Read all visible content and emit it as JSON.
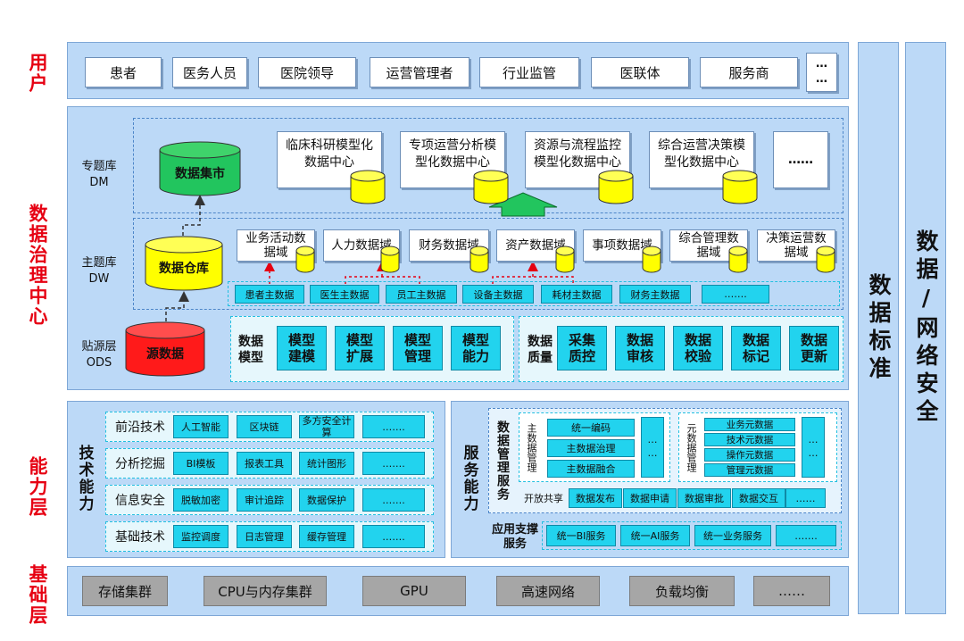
{
  "layers": {
    "user": "用户",
    "governance": "数据治理中心",
    "capability": "能力层",
    "base": "基础层"
  },
  "users": [
    "患者",
    "医务人员",
    "医院领导",
    "运营管理者",
    "行业监管",
    "医联体",
    "服务商"
  ],
  "users_more": "……",
  "tiers": {
    "dm": "专题库\nDM",
    "dw": "主题库\nDW",
    "ods": "贴源层\nODS"
  },
  "cylinders": {
    "mart": "数据集市",
    "warehouse": "数据仓库",
    "source": "源数据"
  },
  "dm_boxes": [
    "临床科研模型化数据中心",
    "专项运营分析模型化数据中心",
    "资源与流程监控模型化数据中心",
    "综合运营决策模型化数据中心"
  ],
  "dm_more": "……",
  "dw_domains": [
    "业务活动数据域",
    "人力数据域",
    "财务数据域",
    "资产数据域",
    "事项数据域",
    "综合管理数据域",
    "决策运营数据域"
  ],
  "dw_masters": [
    "患者主数据",
    "医生主数据",
    "员工主数据",
    "设备主数据",
    "耗材主数据",
    "财务主数据",
    "……."
  ],
  "data_model": {
    "label": "数据模型",
    "items": [
      "模型建模",
      "模型扩展",
      "模型管理",
      "模型能力"
    ]
  },
  "data_quality": {
    "label": "数据质量",
    "items": [
      "采集质控",
      "数据审核",
      "数据校验",
      "数据标记",
      "数据更新"
    ]
  },
  "tech": {
    "label": "技术能力",
    "rows": [
      {
        "name": "前沿技术",
        "items": [
          "人工智能",
          "区块链",
          "多方安全计算",
          "……."
        ]
      },
      {
        "name": "分析挖掘",
        "items": [
          "BI模板",
          "报表工具",
          "统计图形",
          "……."
        ]
      },
      {
        "name": "信息安全",
        "items": [
          "脱敏加密",
          "审计追踪",
          "数据保护",
          "……."
        ]
      },
      {
        "name": "基础技术",
        "items": [
          "监控调度",
          "日志管理",
          "缓存管理",
          "……."
        ]
      }
    ]
  },
  "service": {
    "label": "服务能力",
    "dm_service": "数据管理服务",
    "master": {
      "label": "主数据管理",
      "items": [
        "统一编码",
        "主数据治理",
        "主数据融合"
      ],
      "more": "……"
    },
    "meta": {
      "label": "元数据管理",
      "items": [
        "业务元数据",
        "技术元数据",
        "操作元数据",
        "管理元数据"
      ],
      "more": "……"
    },
    "share": {
      "label": "开放共享",
      "items": [
        "数据发布",
        "数据申请",
        "数据审批",
        "数据交互",
        "……"
      ]
    },
    "app": {
      "label": "应用支撑服务",
      "items": [
        "统一BI服务",
        "统一AI服务",
        "统一业务服务",
        "……."
      ]
    }
  },
  "base_items": [
    "存储集群",
    "CPU与内存集群",
    "GPU",
    "高速网络",
    "负载均衡",
    "……"
  ],
  "side": {
    "standard": "数据标准",
    "security": "数据/网络安全"
  },
  "colors": {
    "panel": "#bcd9f7",
    "accent_red": "#e60012",
    "cyan": "#22d3ee",
    "green_cyl": "#22c55e",
    "yellow_cyl": "#ffff00",
    "red_cyl": "#ff1a1a"
  }
}
